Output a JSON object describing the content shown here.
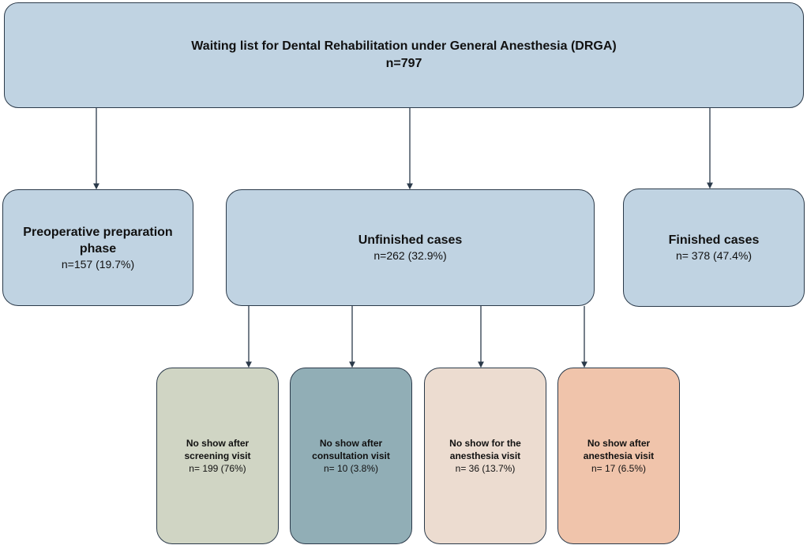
{
  "root": {
    "title": "Waiting list for Dental Rehabilitation under General Anesthesia (DRGA)",
    "n": "n=797"
  },
  "branches": {
    "preoperative": {
      "title_line1": "Preoperative preparation",
      "title_line2": "phase",
      "n": "n=157 (19.7%)"
    },
    "unfinished": {
      "title": "Unfinished cases",
      "n": "n=262 (32.9%)"
    },
    "finished": {
      "title": "Finished cases",
      "n": "n= 378 (47.4%)"
    }
  },
  "unfinished_reasons": [
    {
      "line1": "No show after",
      "line2": "screening visit",
      "n": "n= 199 (76%)",
      "color": "#d0d5c4"
    },
    {
      "line1": "No show after",
      "line2": "consultation visit",
      "n": "n= 10 (3.8%)",
      "color": "#91aeb6"
    },
    {
      "line1": "No show for the",
      "line2": "anesthesia visit",
      "n": "n= 36 (13.7%)",
      "color": "#ecdcd0"
    },
    {
      "line1": "No show after",
      "line2": "anesthesia visit",
      "n": "n= 17 (6.5%)",
      "color": "#f0c4ab"
    }
  ],
  "colors": {
    "box_blue": "#c0d3e2",
    "border": "#2b3a4a"
  }
}
